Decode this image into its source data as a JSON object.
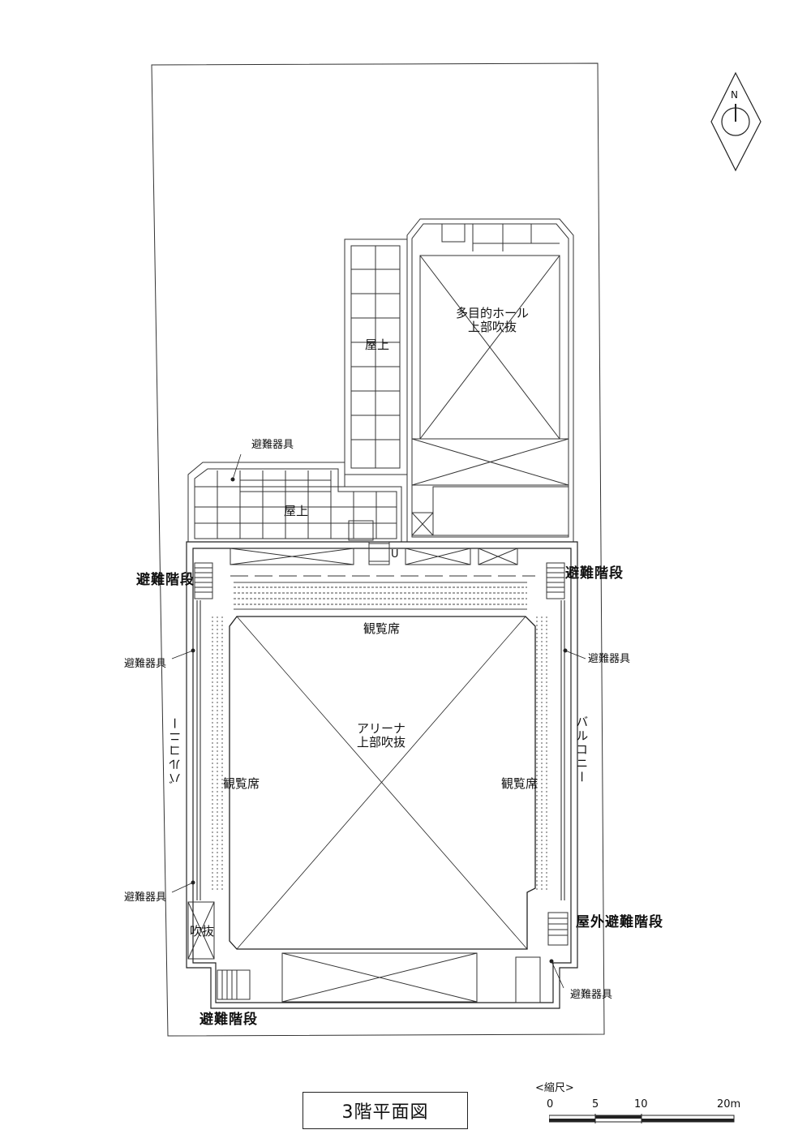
{
  "drawing_title": "3階平面図",
  "compass": {
    "north_label": "N",
    "icon": "north-arrow-icon"
  },
  "scale_bar": {
    "title": "<縮尺>",
    "ticks": [
      "0",
      "5",
      "10",
      "20m"
    ]
  },
  "rooms": {
    "multipurpose_hall": [
      "多目的ホール",
      "上部吹抜"
    ],
    "arena": [
      "アリーナ",
      "上部吹抜"
    ],
    "rooftop_north": "屋上",
    "rooftop_west": "屋上",
    "void_small": "吹抜",
    "seating_north": "観覧席",
    "seating_west": "観覧席",
    "seating_east": "観覧席"
  },
  "labels": {
    "evac_equipment_top": "避難器具",
    "evac_equipment_left_upper": "避難器具",
    "evac_equipment_left_lower": "避難器具",
    "evac_equipment_right_upper": "避難器具",
    "evac_equipment_right_lower": "避難器具",
    "evac_stairs_nw": "避難階段",
    "evac_stairs_ne": "避難階段",
    "evac_stairs_sw": "避難階段",
    "outdoor_evac_stairs": "屋外避難階段",
    "balcony_west": "バルコニー",
    "balcony_east": "バルコニー",
    "door_mark": "U"
  }
}
